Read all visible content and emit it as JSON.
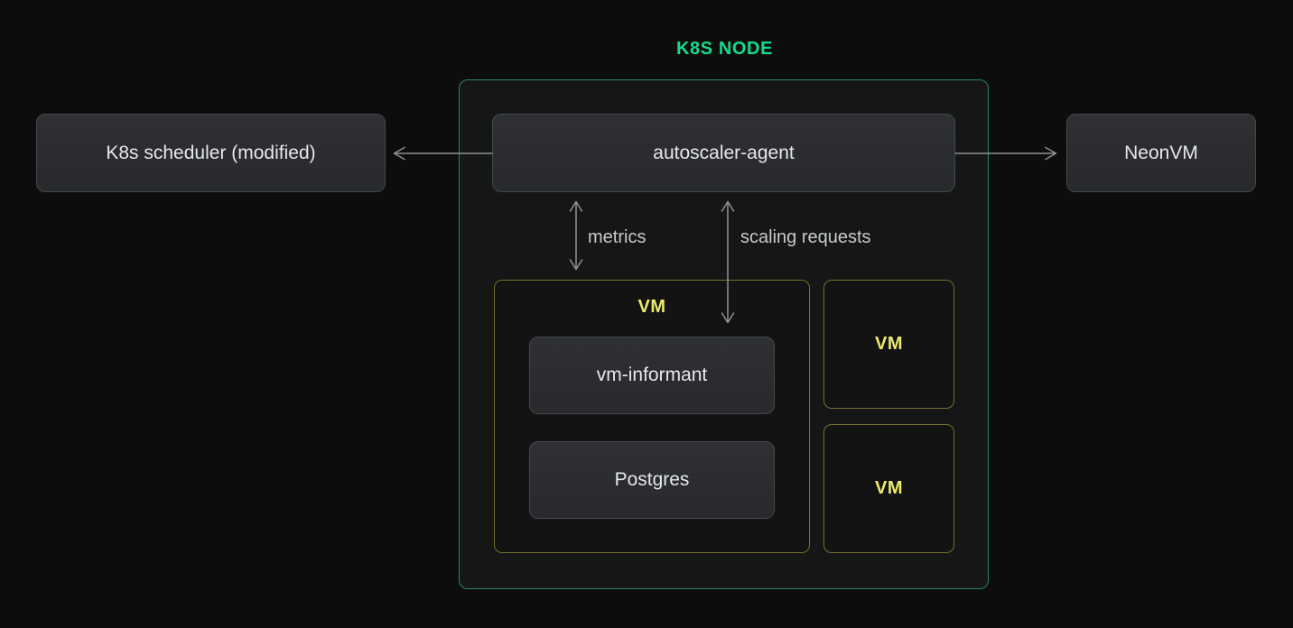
{
  "title": "K8S NODE",
  "colors": {
    "background": "#0d0d0d",
    "title_green": "#15da8c",
    "container_border": "#2c8663",
    "node_text": "#e6e8e8",
    "node_fill": "#2b2d30",
    "vm_border": "#767031",
    "vm_text": "#ece96d",
    "arrow": "#909294",
    "label_text": "#c8cacb"
  },
  "nodes": {
    "scheduler": {
      "label": "K8s scheduler (modified)"
    },
    "autoscaler": {
      "label": "autoscaler-agent"
    },
    "neonvm": {
      "label": "NeonVM"
    },
    "vm_informant": {
      "label": "vm-informant"
    },
    "postgres": {
      "label": "Postgres"
    }
  },
  "vm_group": {
    "label": "VM"
  },
  "vm_small_top": {
    "label": "VM"
  },
  "vm_small_bottom": {
    "label": "VM"
  },
  "edges": {
    "metrics": {
      "label": "metrics"
    },
    "scaling": {
      "label": "scaling requests"
    }
  }
}
